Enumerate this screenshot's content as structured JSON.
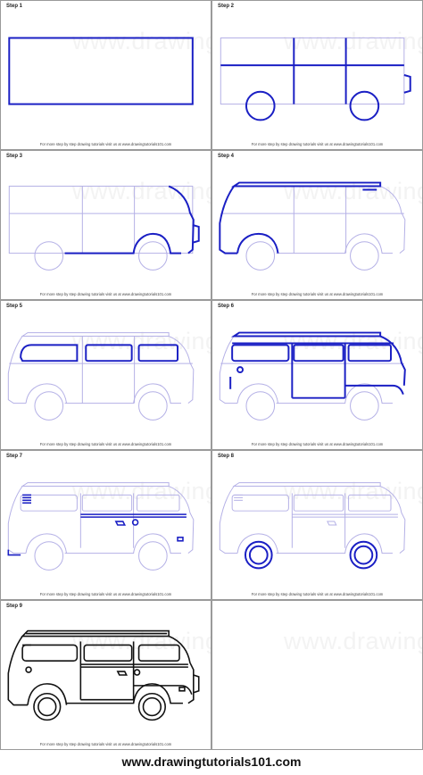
{
  "steps": [
    {
      "label": "Step 1"
    },
    {
      "label": "Step 2"
    },
    {
      "label": "Step 3"
    },
    {
      "label": "Step 4"
    },
    {
      "label": "Step 5"
    },
    {
      "label": "Step 6"
    },
    {
      "label": "Step 7"
    },
    {
      "label": "Step 8"
    },
    {
      "label": "Step 9"
    }
  ],
  "credit": "For more step by step drawing tutorials visit us at www.drawingtutorials101.com",
  "watermark": "www.drawingtutorials101.com",
  "footer": "www.drawingtutorials101.com",
  "colors": {
    "new_lines": "#1a1fc4",
    "guide_lines": "#b4b0e6",
    "final_lines": "#111111"
  }
}
